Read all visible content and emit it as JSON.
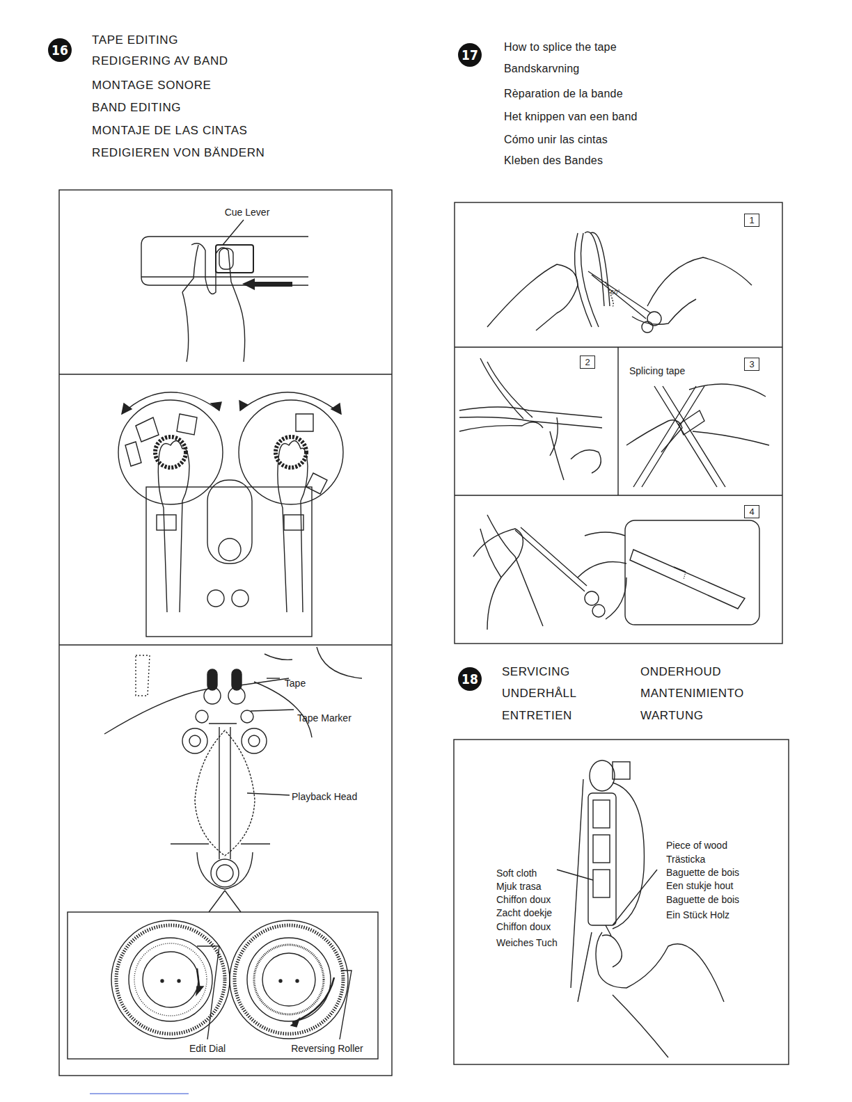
{
  "diagram": {
    "nodes": [
      {
        "text": [
          "16"
        ]
      },
      {
        "text": [
          "17"
        ]
      },
      {
        "text": [
          "1"
        ]
      },
      {
        "text": [
          "2"
        ]
      },
      {
        "text": [
          "3"
        ]
      },
      {
        "text": [
          "4"
        ]
      },
      {
        "text": [
          "18"
        ]
      }
    ],
    "labels": [
      "TAPE EDITING",
      "REDIGERING AV BAND",
      "MONTAGE SONORE",
      "BAND EDITING",
      "MONTAJE DE LAS CINTAS",
      "REDIGIEREN VON BÄNDERN",
      "How to splice the tape",
      "Bandskarvning",
      "Rèparation de la bande",
      "Het knippen van een band",
      "Cómo unir las cintas",
      "Kleben des Bandes",
      "Cue Lever",
      "Tape",
      "Tape Marker",
      "Playback Head",
      "Edit Dial",
      "Reversing Roller",
      "60°",
      "Splicing tape",
      "SERVICING",
      "UNDERHÅLL",
      "ENTRETIEN",
      "ONDERHOUD",
      "MANTENIMIENTO",
      "WARTUNG",
      "Soft cloth",
      "Mjuk trasa",
      "Chiffon doux",
      "Zacht doekje",
      "Chiffon doux",
      "Weiches Tuch",
      "Piece of wood",
      "Trästicka",
      "Baguette de bois",
      "Een stukje hout",
      "Baguette de bois",
      "Ein Stück Holz"
    ]
  }
}
